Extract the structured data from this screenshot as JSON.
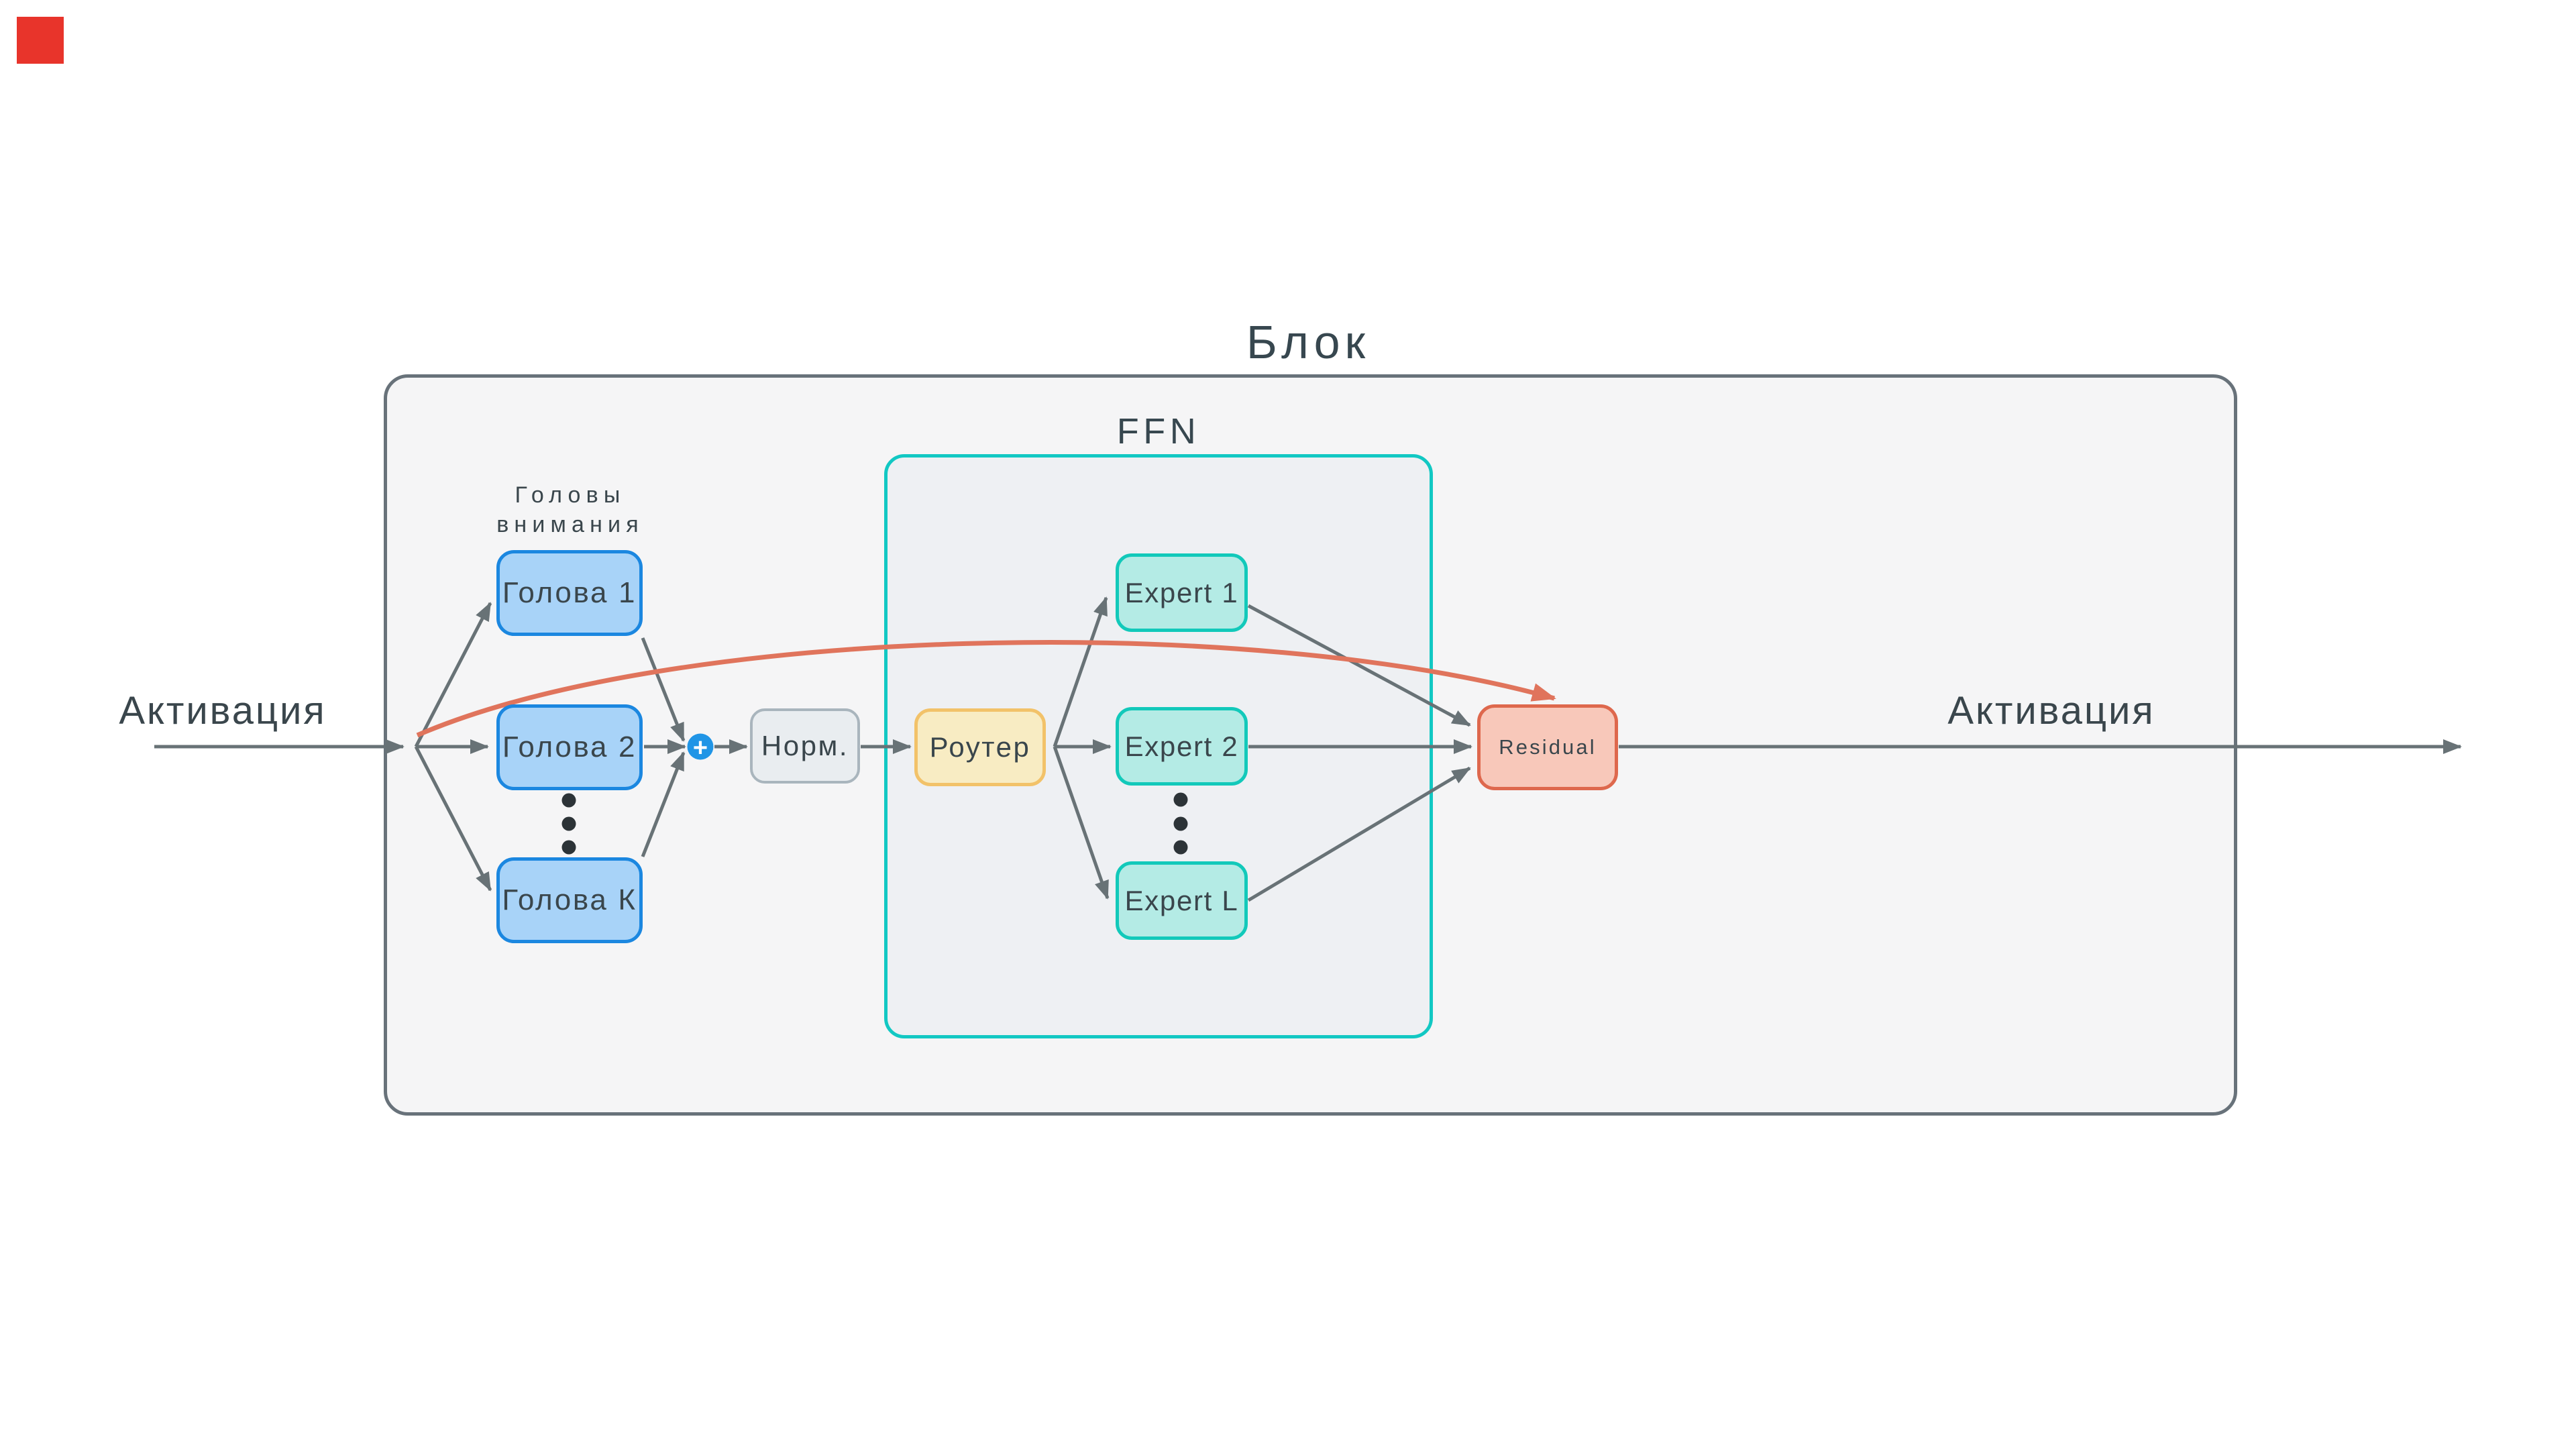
{
  "diagram": {
    "title": "Блок",
    "input_label": "Активация",
    "output_label": "Активация",
    "attention": {
      "caption_line1": "Головы",
      "caption_line2": "внимания",
      "heads": [
        "Голова 1",
        "Голова 2",
        "Голова К"
      ]
    },
    "sum_symbol": "+",
    "norm_label": "Норм.",
    "ffn": {
      "label": "FFN",
      "router_label": "Роутер",
      "experts": [
        "Expert 1",
        "Expert 2",
        "Expert L"
      ]
    },
    "residual_label": "Residual",
    "colors": {
      "block_fill": "#f5f5f6",
      "block_border": "#68727a",
      "ffn_fill": "#eef0f3",
      "ffn_border": "#12c8c3",
      "head_fill": "#a8d3f8",
      "head_border": "#1b87e0",
      "norm_fill": "#e9edf0",
      "norm_border": "#a9b5bd",
      "router_fill": "#f8ecc3",
      "router_border": "#f2c269",
      "expert_fill": "#b4ebe5",
      "expert_border": "#12c9ba",
      "residual_fill": "#f8c8ba",
      "residual_border": "#de684d",
      "arrow_gray": "#687276",
      "residual_arrow_red": "#e0745c",
      "sum_circle_blue": "#2095e6",
      "text": "#3a464c",
      "indicator_red": "#e8342b"
    }
  }
}
